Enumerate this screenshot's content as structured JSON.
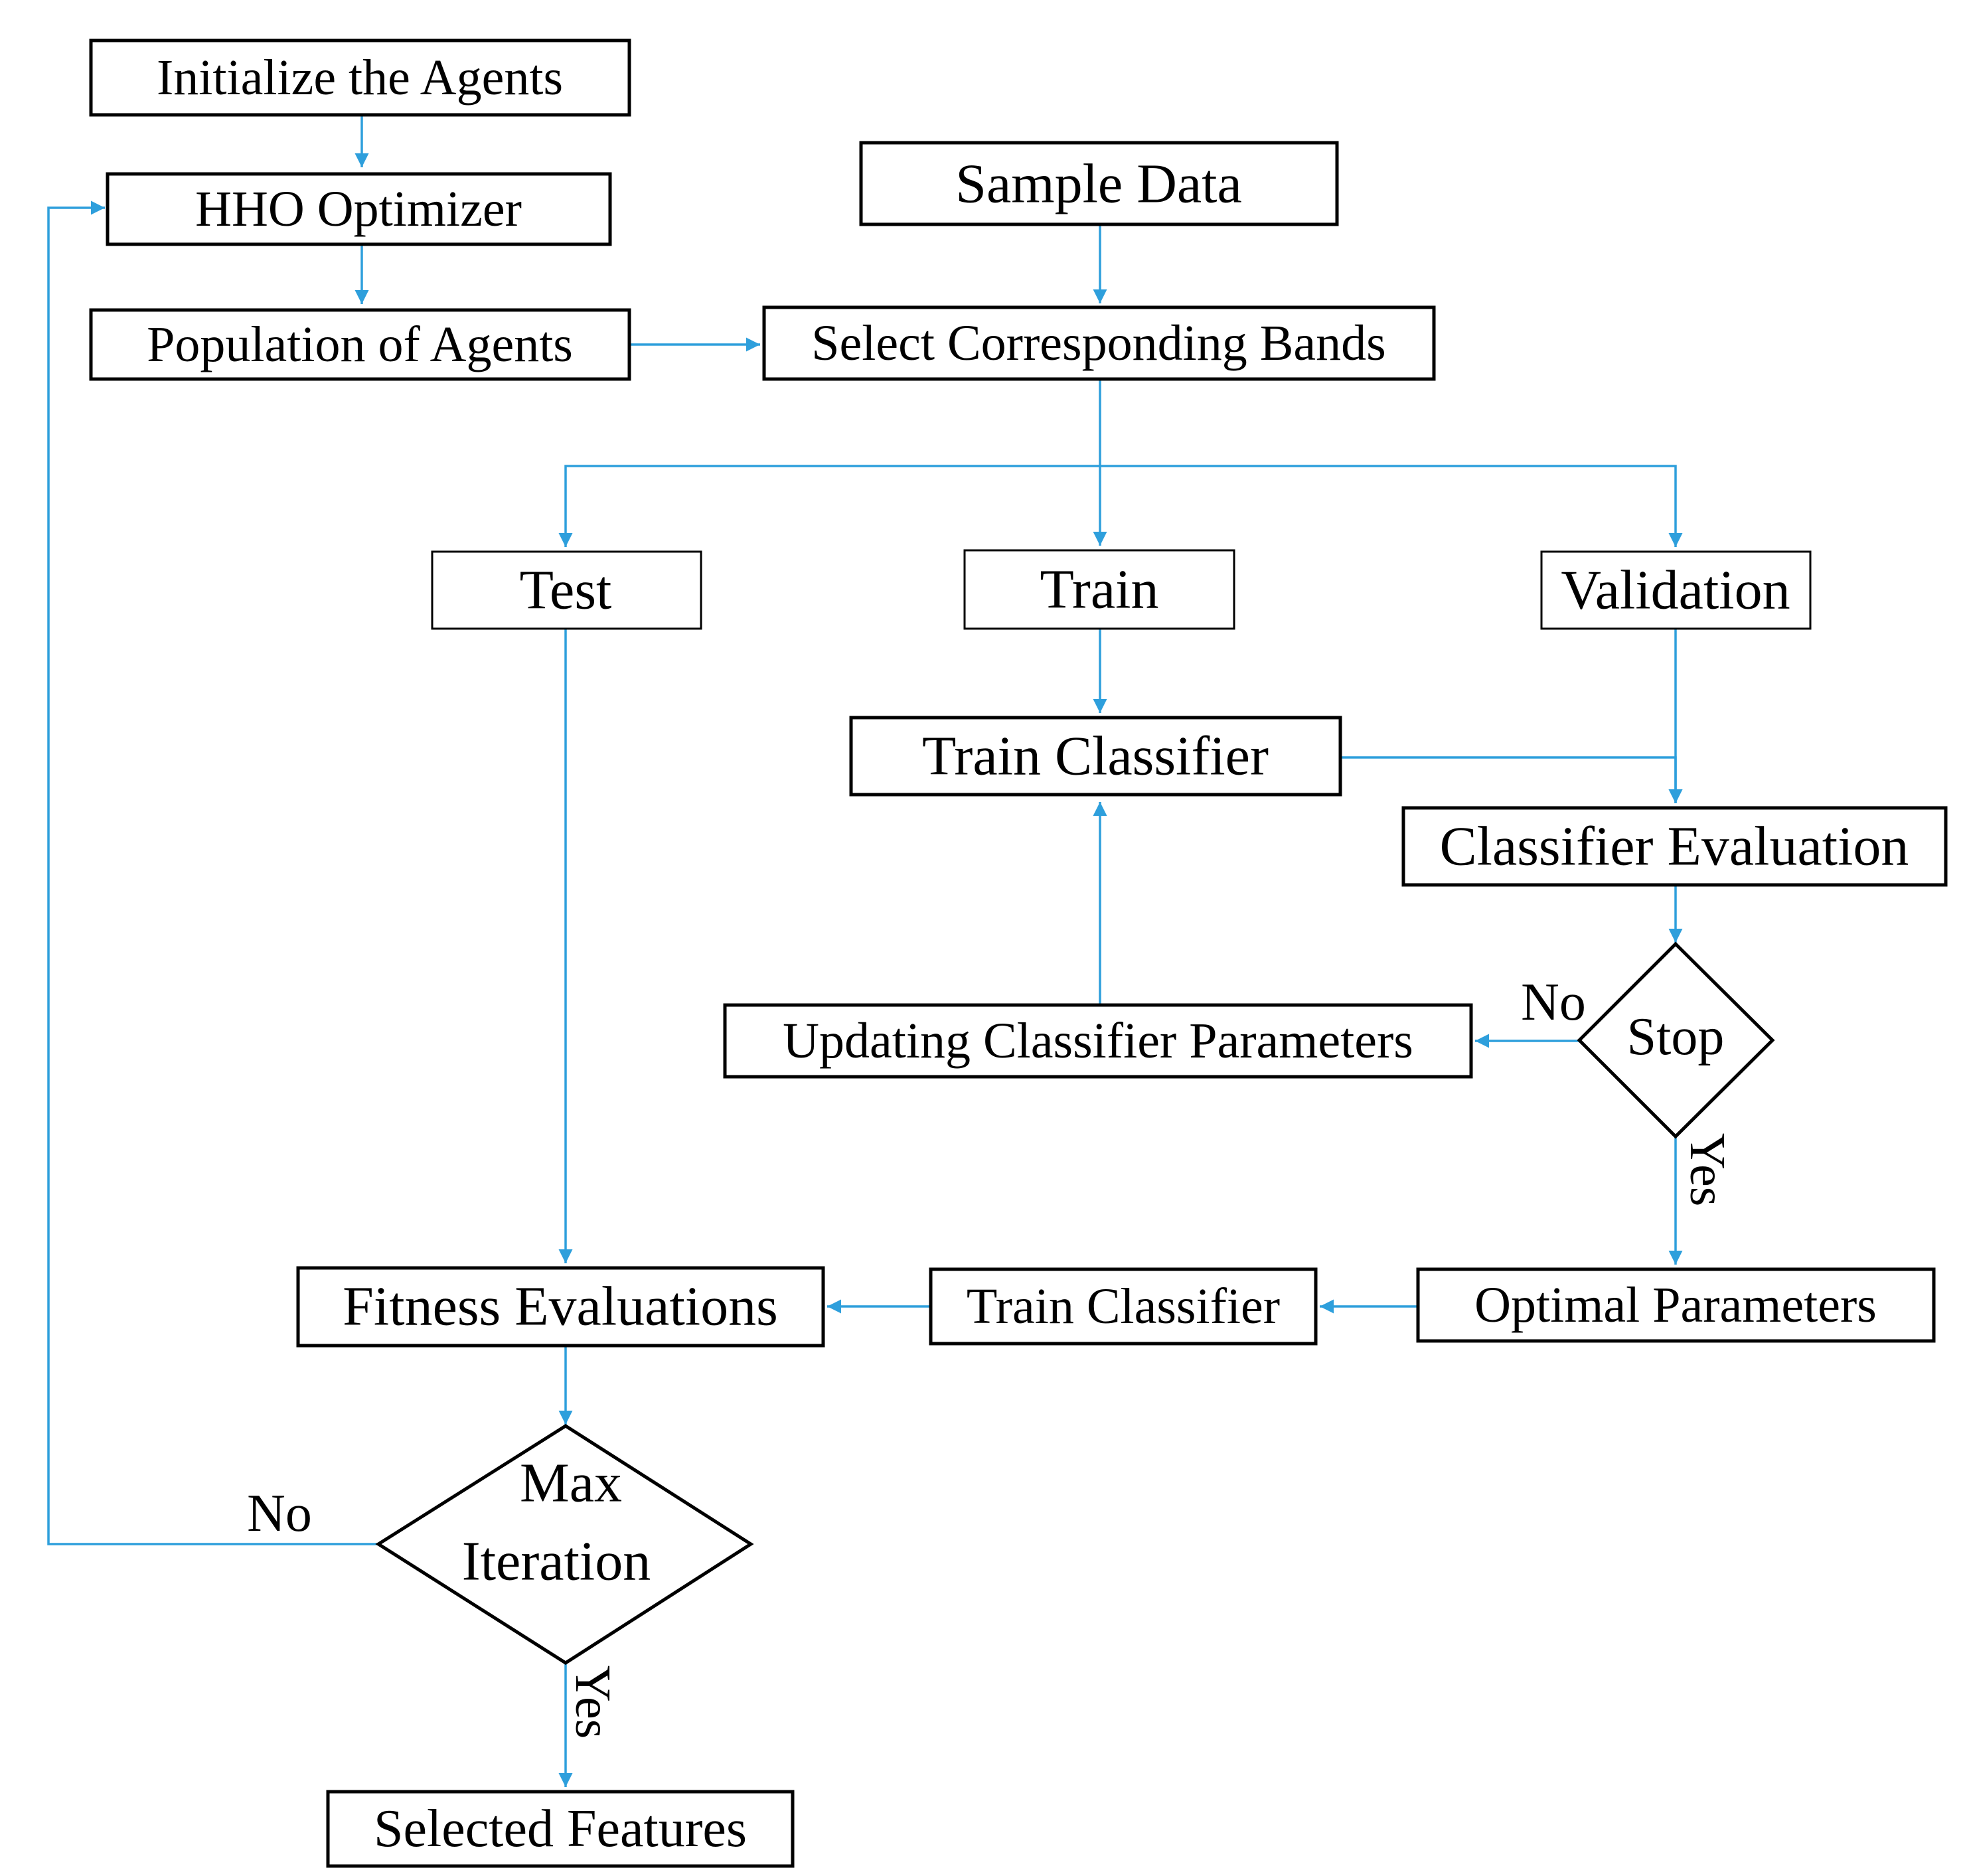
{
  "colors": {
    "connector": "#2e9fdc",
    "box_border": "#000000",
    "text": "#000000",
    "background": "#ffffff"
  },
  "nodes": {
    "initialize": "Initialize the Agents",
    "hho": "HHO Optimizer",
    "population": "Population of Agents",
    "sample": "Sample Data",
    "select_bands": "Select Corresponding Bands",
    "test": "Test",
    "train": "Train",
    "validation": "Validation",
    "train_classifier": "Train Classifier",
    "classifier_eval": "Classifier Evaluation",
    "stop": "Stop",
    "updating": "Updating Classifier Parameters",
    "optimal": "Optimal Parameters",
    "train_classifier2": "Train Classifier",
    "fitness": "Fitness Evaluations",
    "max_line1": "Max",
    "max_line2": "Iteration",
    "selected": "Selected Features"
  },
  "edge_labels": {
    "stop_no": "No",
    "stop_yes": "Yes",
    "max_no": "No",
    "max_yes": "Yes"
  }
}
